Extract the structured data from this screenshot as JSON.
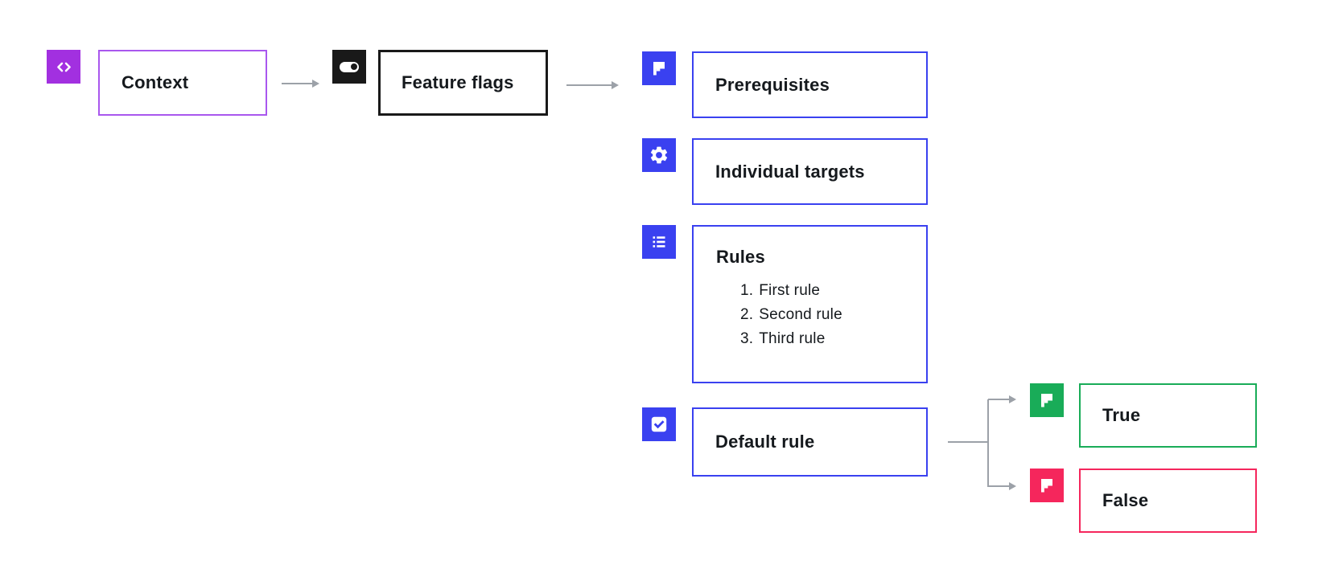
{
  "colors": {
    "purple": "#a230e0",
    "purpleBorder": "#a957ee",
    "black": "#191919",
    "blue": "#3a41f0",
    "green": "#19ac58",
    "pink": "#f5265c",
    "gray": "#9ca1a8",
    "text": "#15191d"
  },
  "nodes": {
    "context": {
      "label": "Context",
      "icon": "code-icon"
    },
    "feature_flags": {
      "label": "Feature flags",
      "icon": "toggle-icon"
    },
    "prerequisites": {
      "label": "Prerequisites",
      "icon": "flag-icon"
    },
    "individual_targets": {
      "label": "Individual targets",
      "icon": "gear-icon"
    },
    "rules": {
      "title": "Rules",
      "icon": "list-icon",
      "items": [
        {
          "num": "1.",
          "label": "First rule"
        },
        {
          "num": "2.",
          "label": "Second rule"
        },
        {
          "num": "3.",
          "label": "Third rule"
        }
      ]
    },
    "default_rule": {
      "label": "Default rule",
      "icon": "checkbox-icon"
    },
    "outcome_true": {
      "label": "True",
      "icon": "flag-icon"
    },
    "outcome_false": {
      "label": "False",
      "icon": "flag-icon"
    }
  }
}
